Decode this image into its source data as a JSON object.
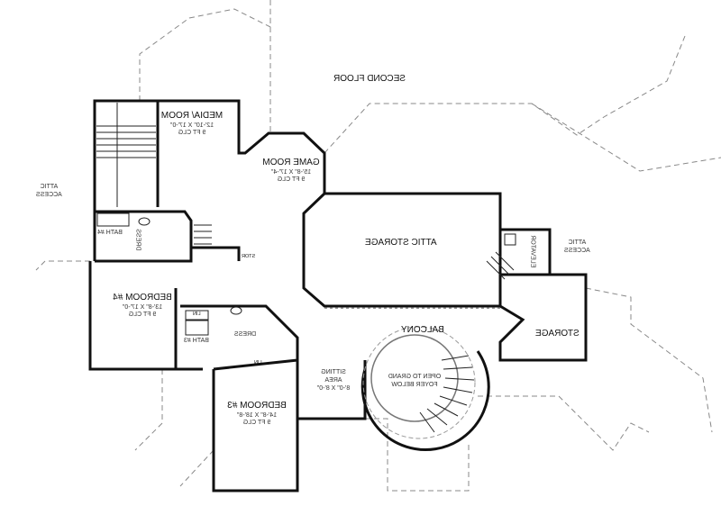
{
  "plan_title": "SECOND FLOOR",
  "rooms": {
    "media": {
      "name": "MEDIA/ ROOM",
      "size": "12'-10\" X 17'-0\"",
      "ceiling": "9 FT CLG"
    },
    "game": {
      "name": "GAME ROOM",
      "size": "15'-8\" X 17'-4\"",
      "ceiling": "9 FT CLG"
    },
    "attic_storage": {
      "name": "ATTIC STORAGE"
    },
    "bedroom4": {
      "name": "BEDROOM #4",
      "size": "13'-8\" X 17'-0\"",
      "ceiling": "9 FT CLG"
    },
    "bedroom3": {
      "name": "BEDROOM #3",
      "size": "14'-8\" X 18'-8\"",
      "ceiling": "9 FT CLG"
    },
    "sitting": {
      "name": "SITTING",
      "name2": "AREA",
      "size": "8'-0\" X 8'-0\""
    },
    "balcony": {
      "name": "BALCONY"
    },
    "open_foyer": {
      "line1": "OPEN TO GRAND",
      "line2": "FOYER BELOW"
    },
    "storage": {
      "name": "STORAGE"
    },
    "bath4": {
      "name": "BATH #4"
    },
    "bath3": {
      "name": "BATH #3"
    },
    "dress4": {
      "name": "DRESS"
    },
    "dress3": {
      "name": "DRESS"
    },
    "stor": {
      "name": "STOR"
    },
    "lin1": {
      "name": "LIN"
    },
    "lin2": {
      "name": "LIN"
    },
    "elevator": {
      "name": "ELEVATOR"
    },
    "attic_access_left": {
      "line1": "ATTIC",
      "line2": "ACCESS"
    },
    "attic_access_right": {
      "line1": "ATTIC",
      "line2": "ACCESS"
    }
  }
}
